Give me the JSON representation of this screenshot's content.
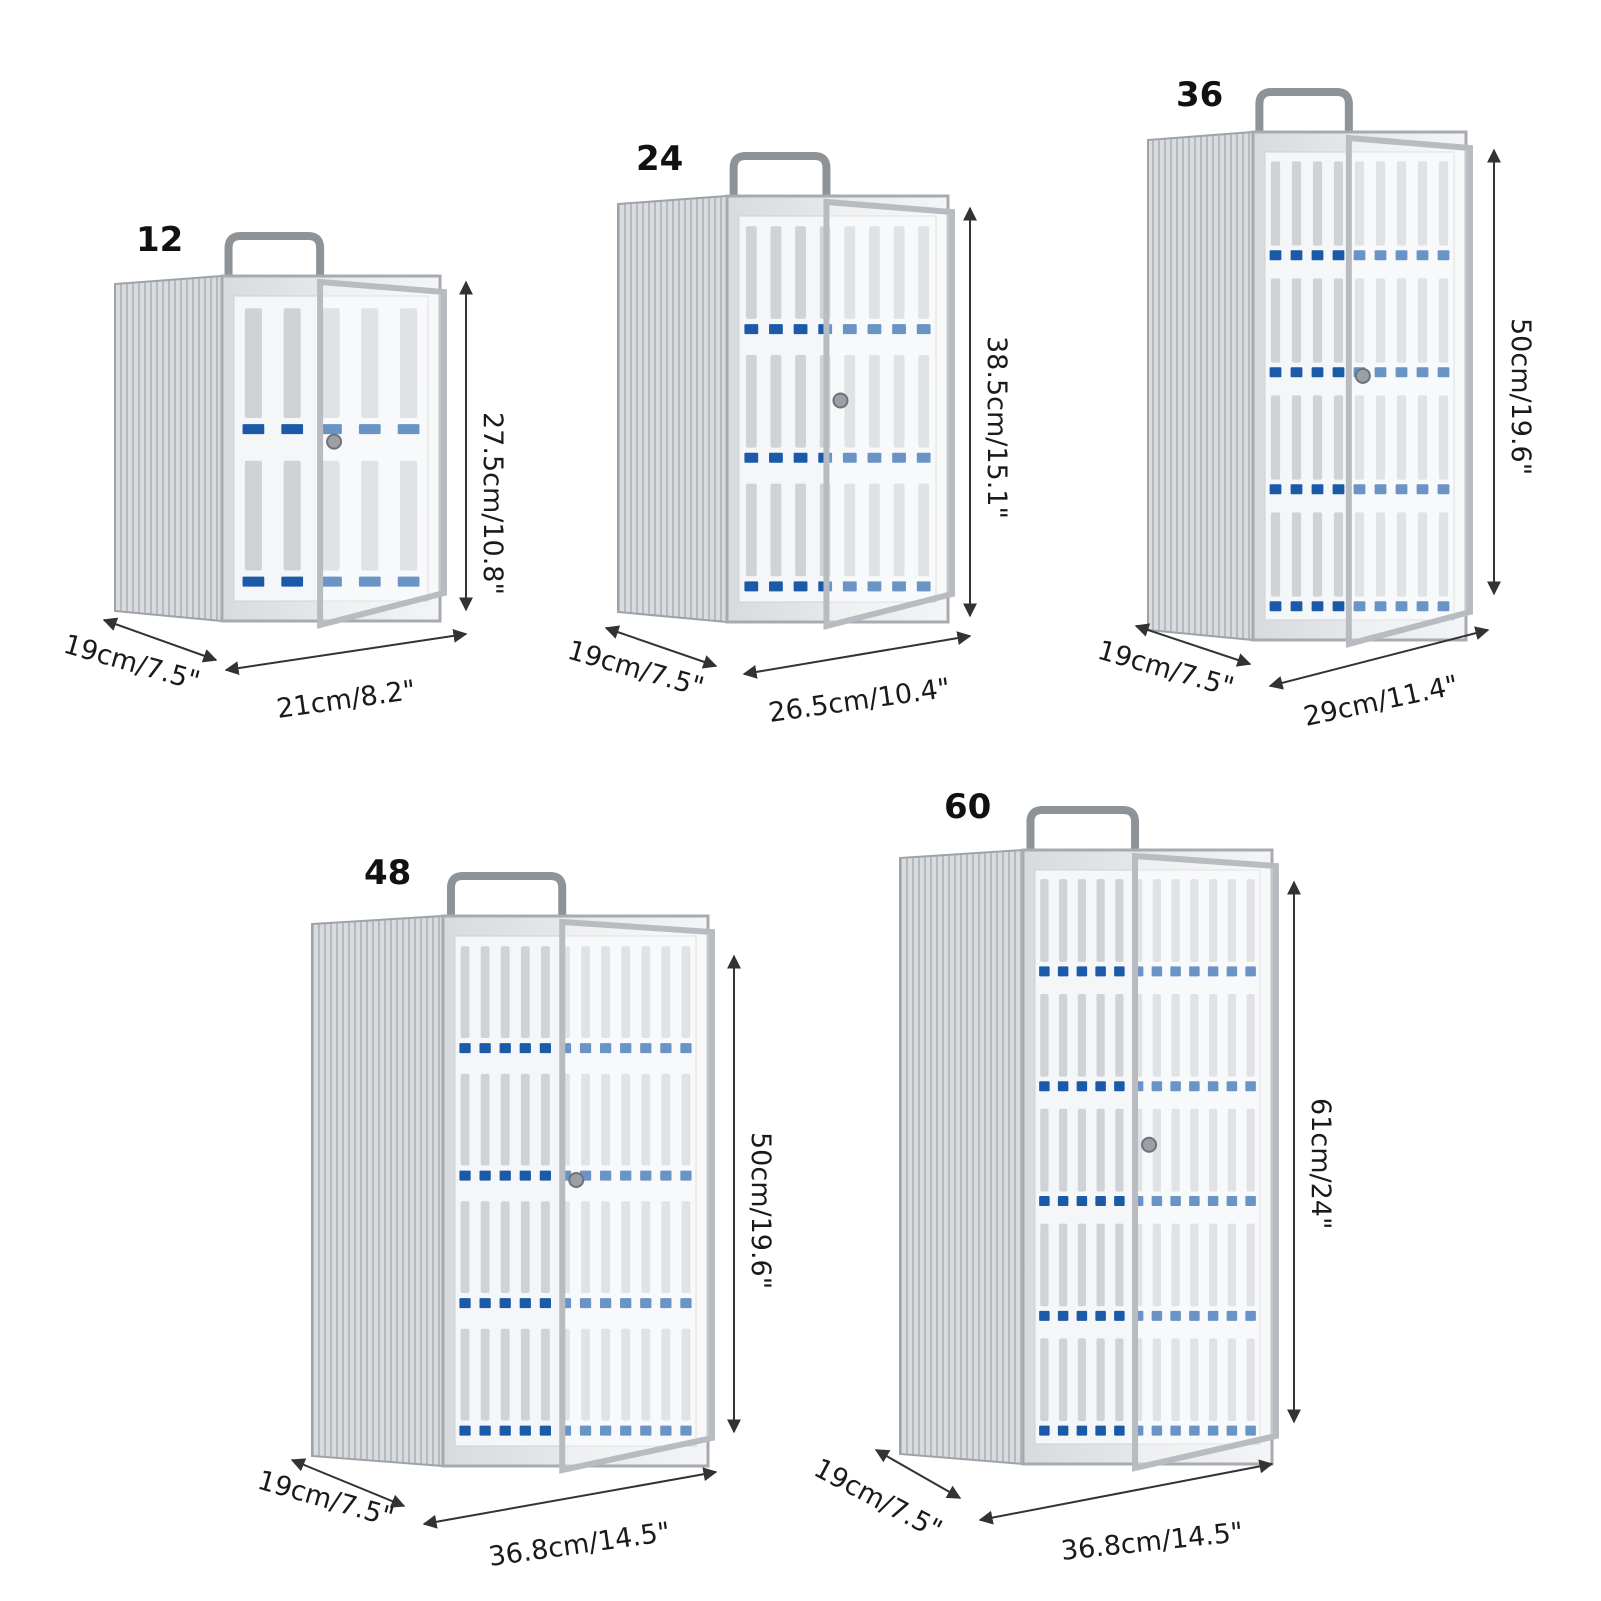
{
  "colors": {
    "aluminum_light": "#eef0f2",
    "aluminum_mid": "#c9ccd0",
    "aluminum_dark": "#9ea3a8",
    "label_blue": "#1b5aa8",
    "arrow": "#333333",
    "text": "#111111"
  },
  "cabinets": [
    {
      "capacity": "12",
      "depth": "19cm/7.5\"",
      "width": "21cm/8.2\"",
      "height": "27.5cm/10.8\"",
      "rows": 2,
      "cols": 5
    },
    {
      "capacity": "24",
      "depth": "19cm/7.5\"",
      "width": "26.5cm/10.4\"",
      "height": "38.5cm/15.1\"",
      "rows": 3,
      "cols": 8
    },
    {
      "capacity": "36",
      "depth": "19cm/7.5\"",
      "width": "29cm/11.4\"",
      "height": "50cm/19.6\"",
      "rows": 4,
      "cols": 9
    },
    {
      "capacity": "48",
      "depth": "19cm/7.5\"",
      "width": "36.8cm/14.5\"",
      "height": "50cm/19.6\"",
      "rows": 4,
      "cols": 12
    },
    {
      "capacity": "60",
      "depth": "19cm/7.5\"",
      "width": "36.8cm/14.5\"",
      "height": "61cm/24\"",
      "rows": 5,
      "cols": 12
    }
  ]
}
